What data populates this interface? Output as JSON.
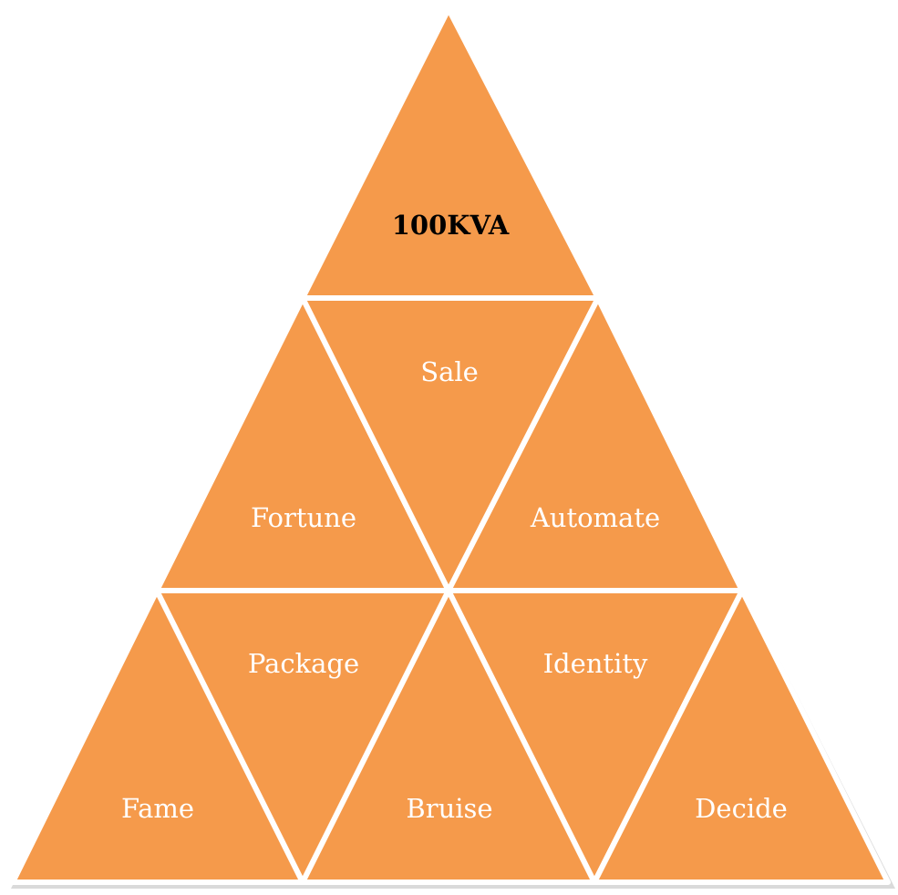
{
  "diagram": {
    "fill_color": "#F59A4B",
    "border_color": "#FFFFFF",
    "top_text_color": "#000000",
    "text_color": "#FFFFFF",
    "nodes": {
      "top": "100KVA",
      "row2": {
        "middle": "Sale",
        "left": "Fortune",
        "right": "Automate"
      },
      "row3": {
        "inner_left": "Package",
        "inner_right": "Identity",
        "left": "Fame",
        "middle": "Bruise",
        "right": "Decide"
      }
    }
  }
}
